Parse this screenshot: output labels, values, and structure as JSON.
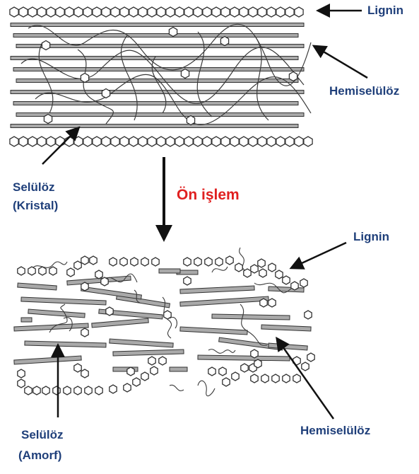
{
  "labels": {
    "lignin_top": "Lignin",
    "hemicellulose_top": "Hemiselülöz",
    "cellulose_crystal_line1": "Selülöz",
    "cellulose_crystal_line2": "(Kristal)",
    "pretreatment": "Ön işlem",
    "lignin_bottom": "Lignin",
    "cellulose_amorphous_line1": "Selülöz",
    "cellulose_amorphous_line2": "(Amorf)",
    "hemicellulose_bottom": "Hemiselülöz"
  },
  "colors": {
    "label": "#1f3f7a",
    "step": "#e02020",
    "fiber_fill": "#a9a9a9",
    "outline": "#333333"
  }
}
